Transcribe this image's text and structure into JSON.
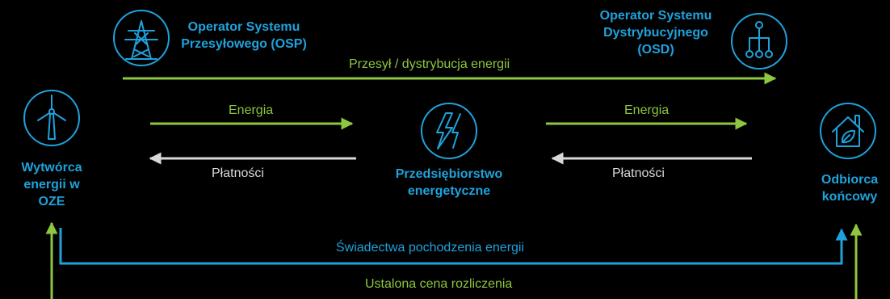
{
  "nodes": {
    "osp": "Operator Systemu Przesyłowego (OSP)",
    "osp_l1": "Operator Systemu",
    "osp_l2": "Przesyłowego (OSP)",
    "osd_l1": "Operator Systemu",
    "osd_l2": "Dystrybucyjnego",
    "osd_l3": "(OSD)",
    "producer_l1": "Wytwórca",
    "producer_l2": "energii w",
    "producer_l3": "OZE",
    "supplier_l1": "Przedsiębiorstwo",
    "supplier_l2": "energetyczne",
    "consumer_l1": "Odbiorca",
    "consumer_l2": "końcowy"
  },
  "flows": {
    "transmission": "Przesył / dystrybucja energii",
    "energy_left": "Energia",
    "energy_right": "Energia",
    "payments_left": "Płatności",
    "payments_right": "Płatności",
    "certificates": "Świadectwa pochodzenia energii",
    "price": "Ustalona cena rozliczenia"
  },
  "icons": {
    "osp": "power-pylon-icon",
    "osd": "distribution-network-icon",
    "producer": "wind-turbine-icon",
    "supplier": "lightning-icon",
    "consumer": "eco-house-icon"
  },
  "colors": {
    "green": "#8ec63f",
    "blue": "#1fa2dc",
    "grey": "#d8d8d8",
    "background": "#000000"
  }
}
